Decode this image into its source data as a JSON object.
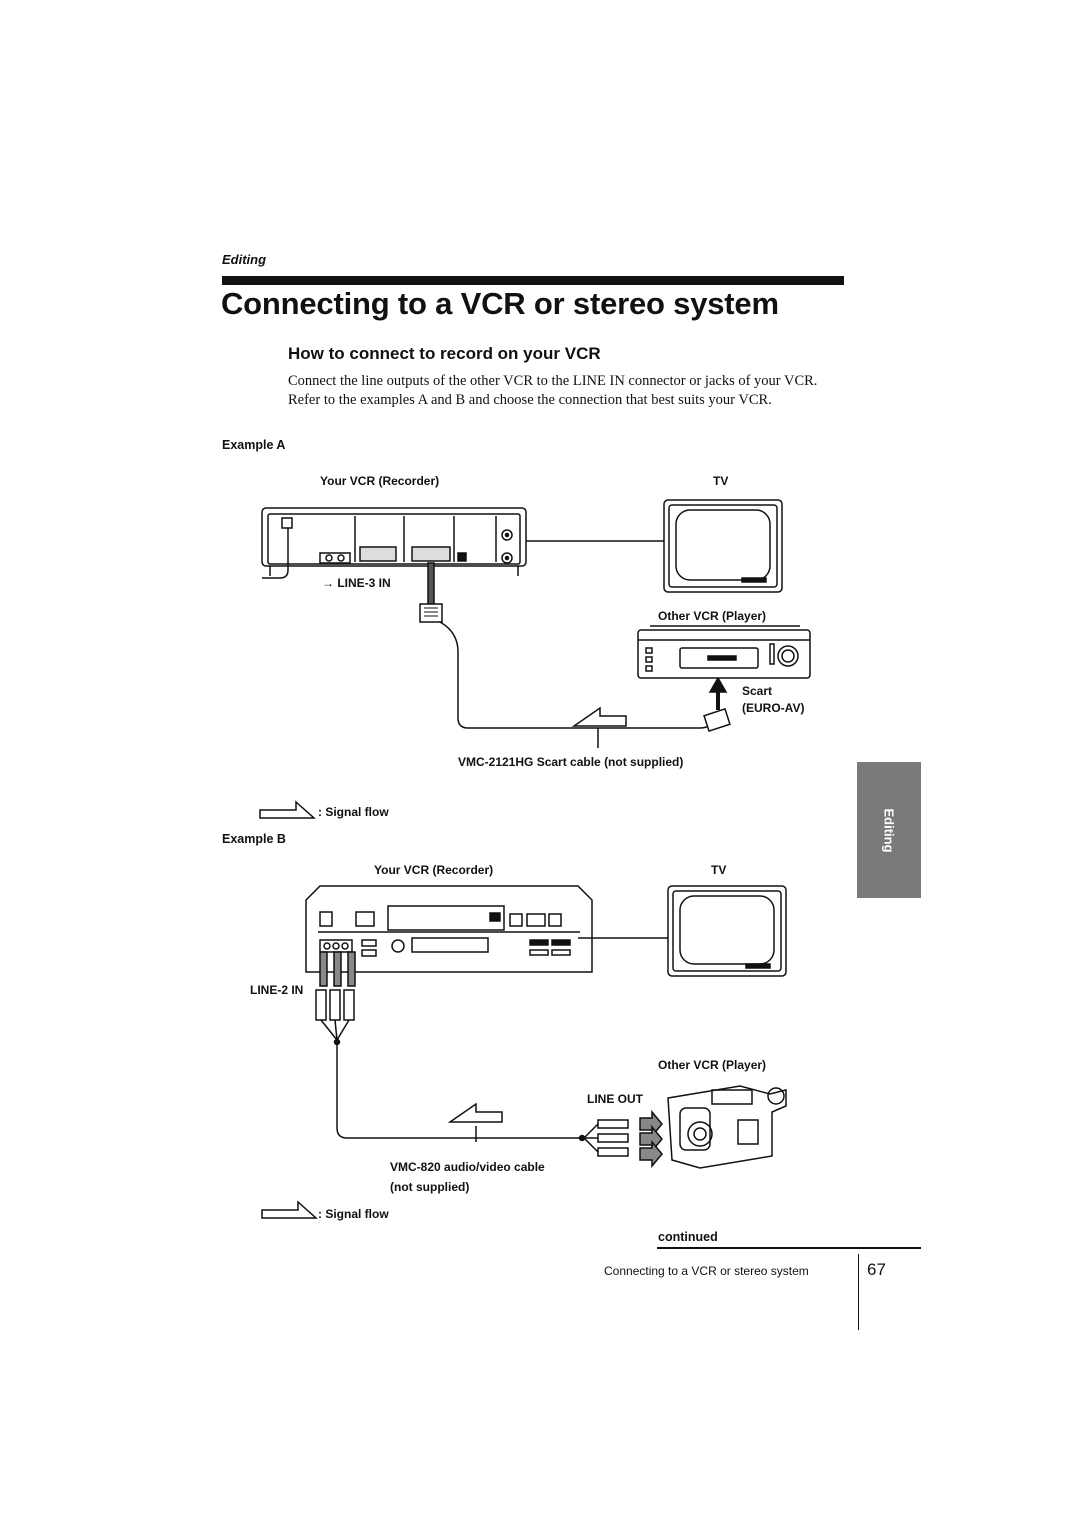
{
  "header": {
    "section": "Editing",
    "title": "Connecting to a VCR or stereo system"
  },
  "section": {
    "subheading": "How to connect to record on your VCR",
    "body": "Connect the line outputs of the other VCR to the LINE IN connector or jacks of your VCR.  Refer to the examples A and B and choose the connection that best suits your VCR."
  },
  "example_a": {
    "label": "Example A",
    "recorder": "Your VCR (Recorder)",
    "tv": "TV",
    "input": "LINE-3 IN",
    "player": "Other VCR (Player)",
    "connector_line1": "Scart",
    "connector_line2": "(EURO-AV)",
    "cable": "VMC-2121HG Scart cable (not supplied)",
    "signal_flow": ": Signal flow"
  },
  "example_b": {
    "label": "Example B",
    "recorder": "Your VCR (Recorder)",
    "tv": "TV",
    "input": "LINE-2 IN",
    "player": "Other VCR (Player)",
    "output": "LINE OUT",
    "cable_line1": "VMC-820 audio/video cable",
    "cable_line2": "(not supplied)",
    "signal_flow": ": Signal flow"
  },
  "side_tab": {
    "label": "Editing"
  },
  "footer": {
    "continued": "continued",
    "running_title": "Connecting to a VCR or stereo system",
    "page_number": "67"
  },
  "colors": {
    "side_tab": "#7a7a7a",
    "ink": "#111111"
  }
}
